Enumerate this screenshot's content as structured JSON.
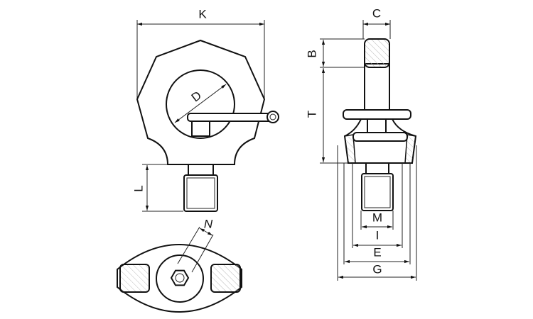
{
  "labels": {
    "K": "K",
    "D": "D",
    "L": "L",
    "N": "N",
    "C": "C",
    "B": "B",
    "T": "T",
    "M": "M",
    "I": "I",
    "E": "E",
    "G": "G"
  },
  "colors": {
    "line": "#111111",
    "hatch": "#bbbbbb"
  }
}
